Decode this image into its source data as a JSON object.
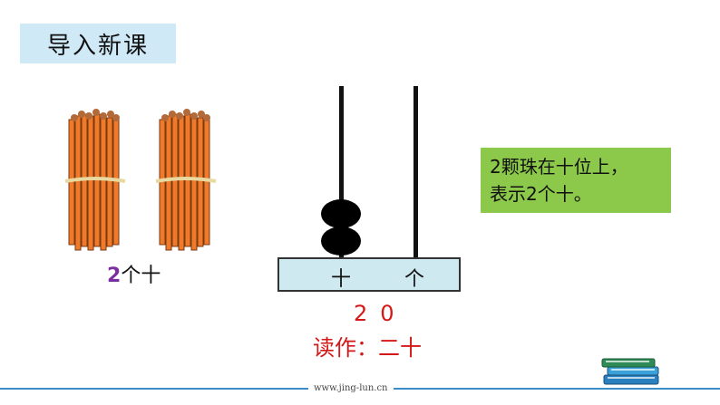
{
  "title": "导入新课",
  "sticks": {
    "count_label_number": "2",
    "count_label_text": "个十"
  },
  "abacus": {
    "tens_label": "十",
    "ones_label": "个",
    "tens_beads": 2,
    "ones_beads": 0
  },
  "number": {
    "digits": "20"
  },
  "reading": {
    "label": "读作：",
    "value": "二十"
  },
  "note": {
    "line1": "2颗珠在十位上，",
    "line2": "表示2个十。"
  },
  "footer": {
    "site": "www.jing-lun.cn"
  },
  "colors": {
    "title_bg": "#cfe9f7",
    "note_bg": "#8cc94a",
    "red_text": "#d41818",
    "stick": "#f07a2a"
  }
}
